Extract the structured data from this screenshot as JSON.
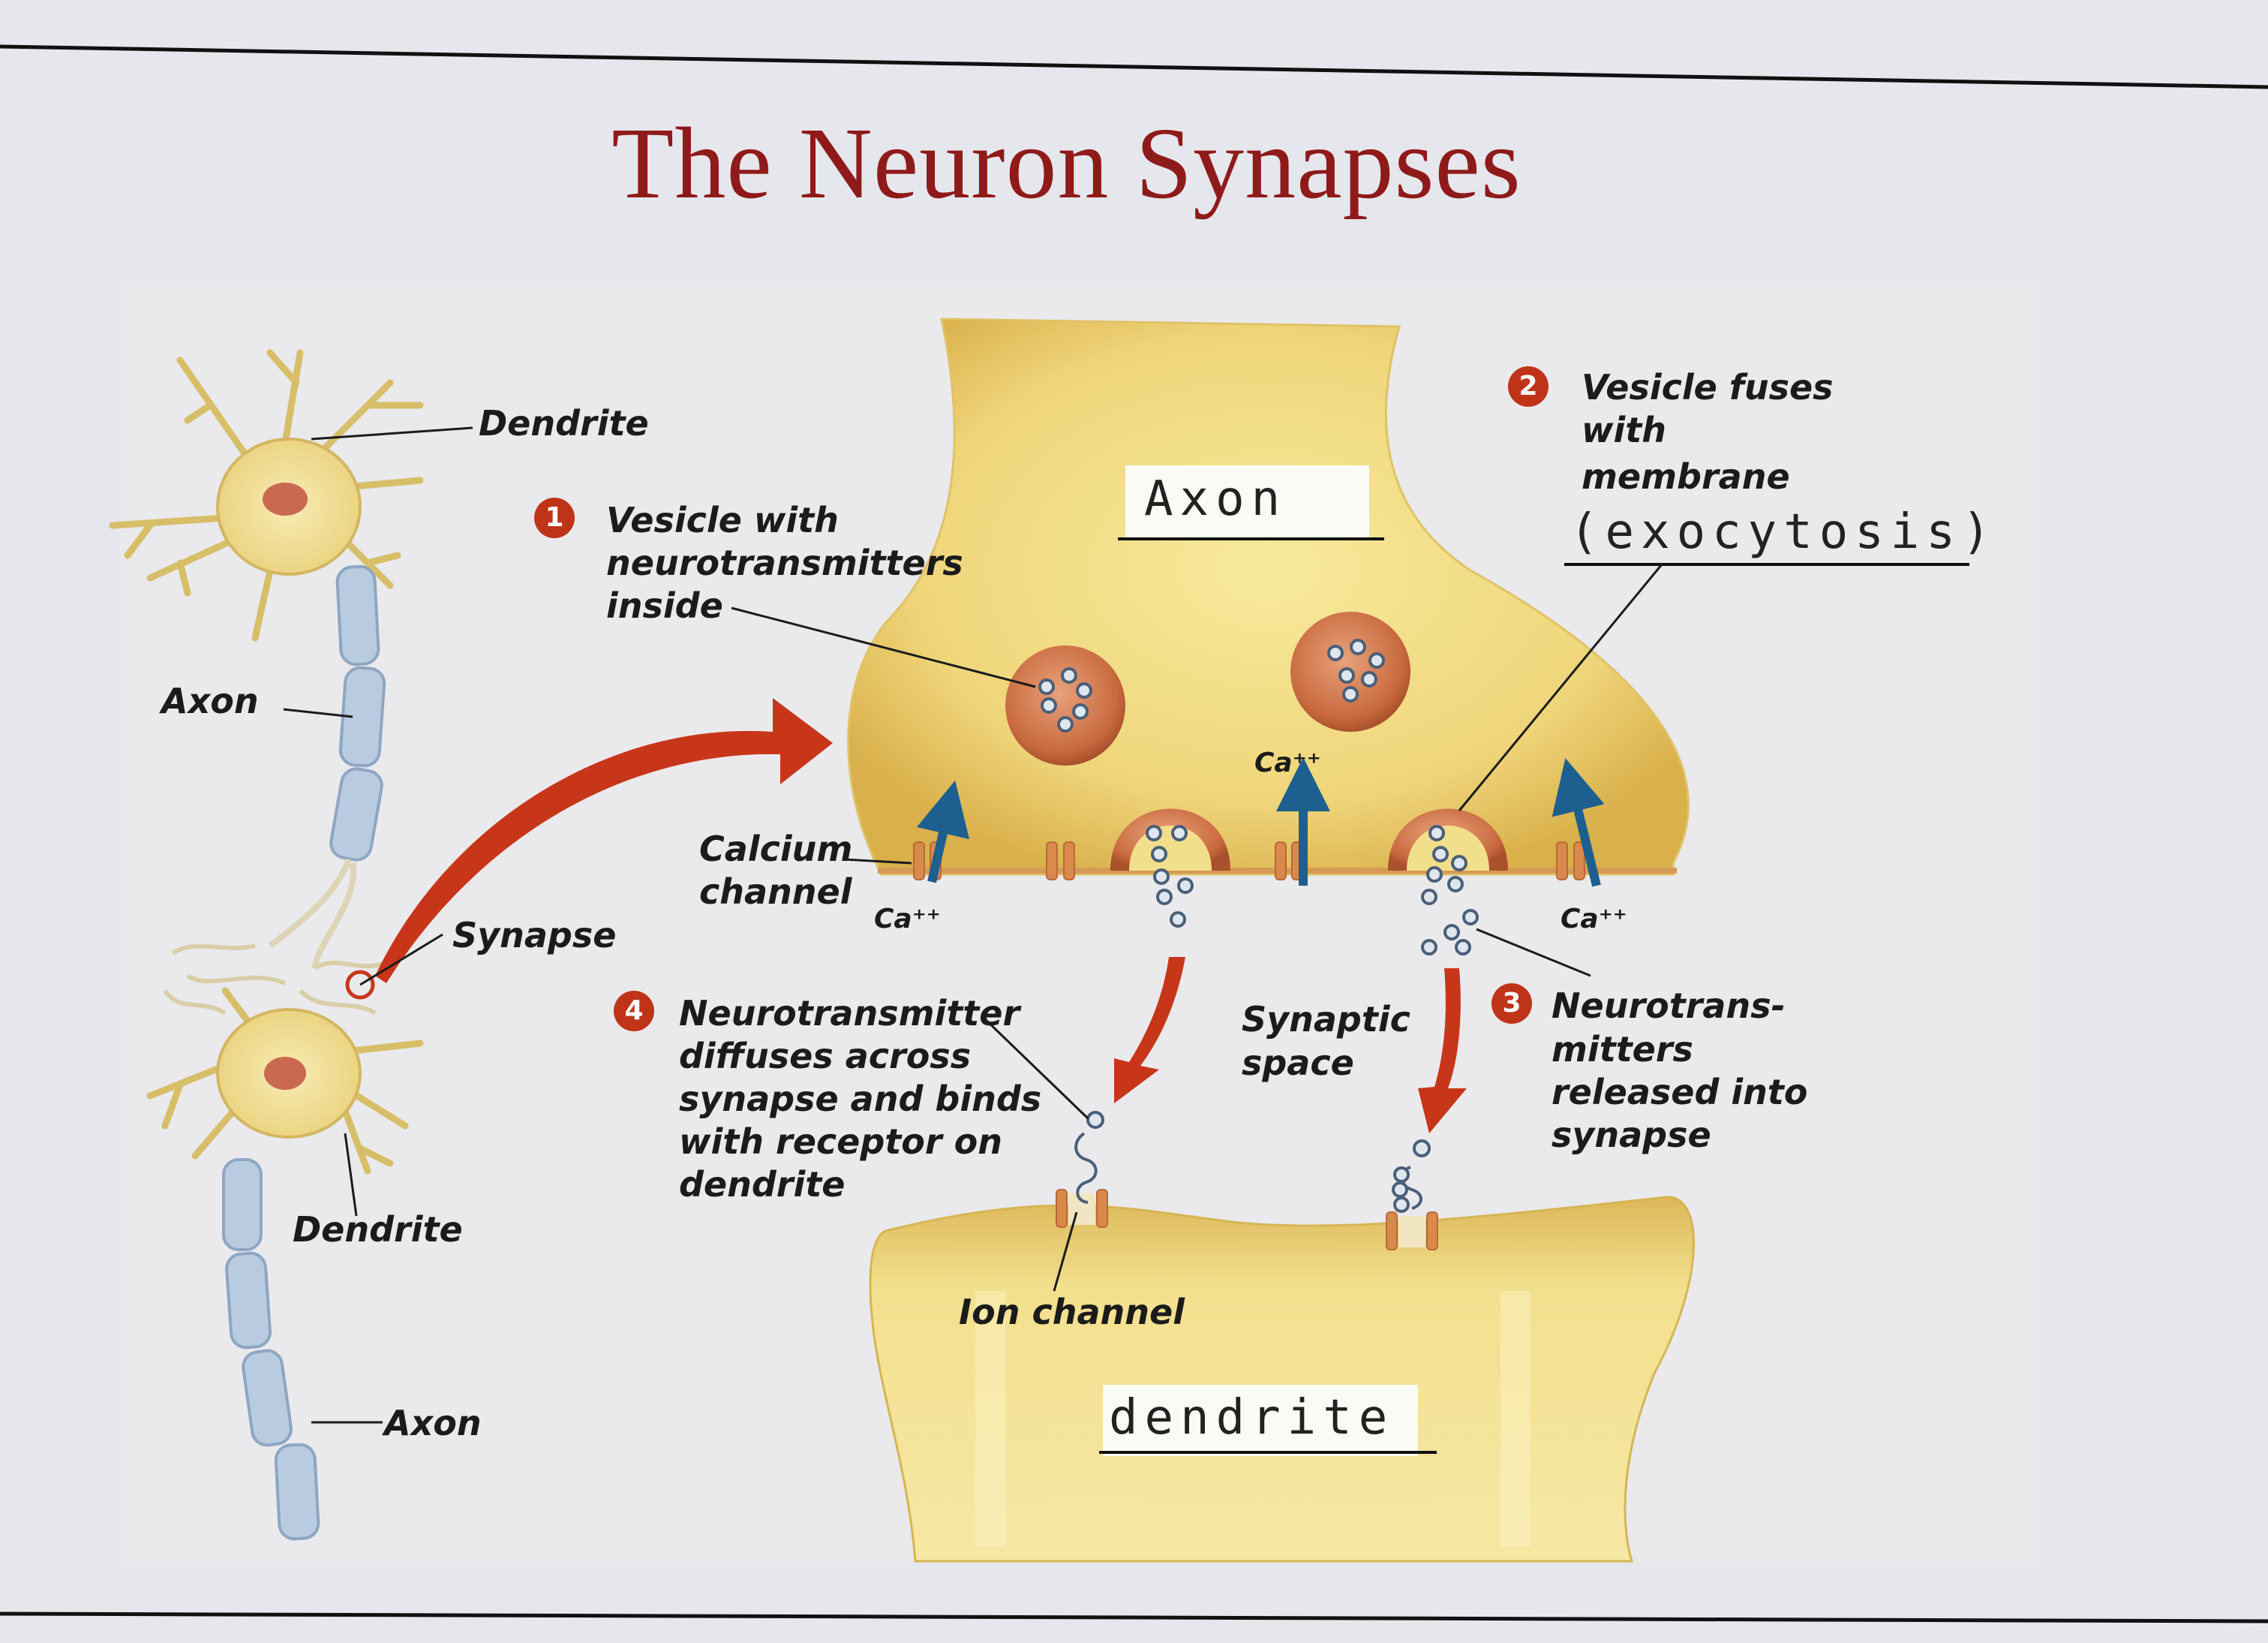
{
  "title": "The Neuron Synapses",
  "labels": {
    "dendrite_top": "Dendrite",
    "axon_left": "Axon",
    "synapse": "Synapse",
    "dendrite_bottom": "Dendrite",
    "axon_bottom": "Axon",
    "calcium_channel": [
      "Calcium",
      "channel"
    ],
    "ca_ion": "Ca⁺⁺",
    "synaptic_space": [
      "Synaptic",
      "space"
    ],
    "ion_channel": "Ion channel"
  },
  "steps": [
    {
      "number": "1",
      "lines": [
        "Vesicle with",
        "neurotransmitters",
        "inside"
      ]
    },
    {
      "number": "2",
      "lines": [
        "Vesicle fuses",
        "with",
        "membrane"
      ]
    },
    {
      "number": "3",
      "lines": [
        "Neurotrans-",
        "mitters",
        "released into",
        "synapse"
      ]
    },
    {
      "number": "4",
      "lines": [
        "Neurotransmitter",
        "diffuses across",
        "synapse and binds",
        "with receptor on",
        "dendrite"
      ]
    }
  ],
  "handwritten": {
    "axon": "Axon",
    "exocytosis": "(exocytosis)",
    "dendrite": "dendrite"
  },
  "colors": {
    "title": "#8f1a1a",
    "arrow_red": "#c8361a",
    "arrow_blue": "#1d5f8f",
    "cell_yellow": "#efd77a",
    "myelin_blue": "#b9cbe0",
    "step_badge": "#bf3418"
  }
}
